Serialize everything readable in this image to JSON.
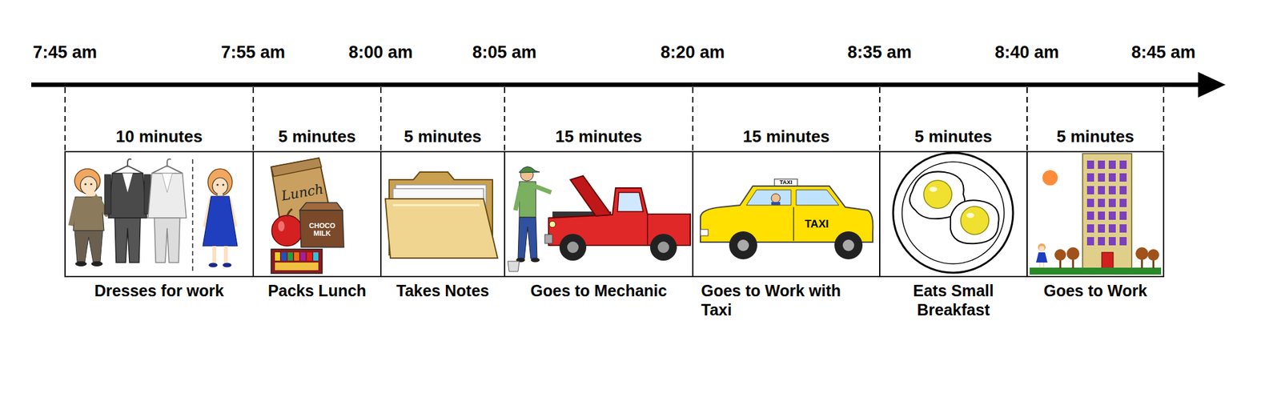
{
  "diagram": {
    "nodes": [
      {
        "text": [
          "10 minutes",
          "Dresses for work"
        ]
      },
      {
        "text": [
          "5 minutes",
          "Packs Lunch"
        ]
      },
      {
        "text": [
          "5 minutes",
          "Takes Notes"
        ]
      },
      {
        "text": [
          "15 minutes",
          "Goes to Mechanic"
        ]
      },
      {
        "text": [
          "15 minutes",
          "Goes to Work with Taxi"
        ]
      },
      {
        "text": [
          "5 minutes",
          "Eats Small Breakfast"
        ]
      },
      {
        "text": [
          "5 minutes",
          "Goes to Work"
        ]
      }
    ],
    "labels": [
      "7:45 am",
      "7:55 am",
      "8:00 am",
      "8:05 am",
      "8:20 am",
      "8:35 am",
      "8:40 am",
      "8:45 am",
      "Lunch",
      "CHOCO MILK",
      "TAXI",
      "TAXI"
    ]
  }
}
